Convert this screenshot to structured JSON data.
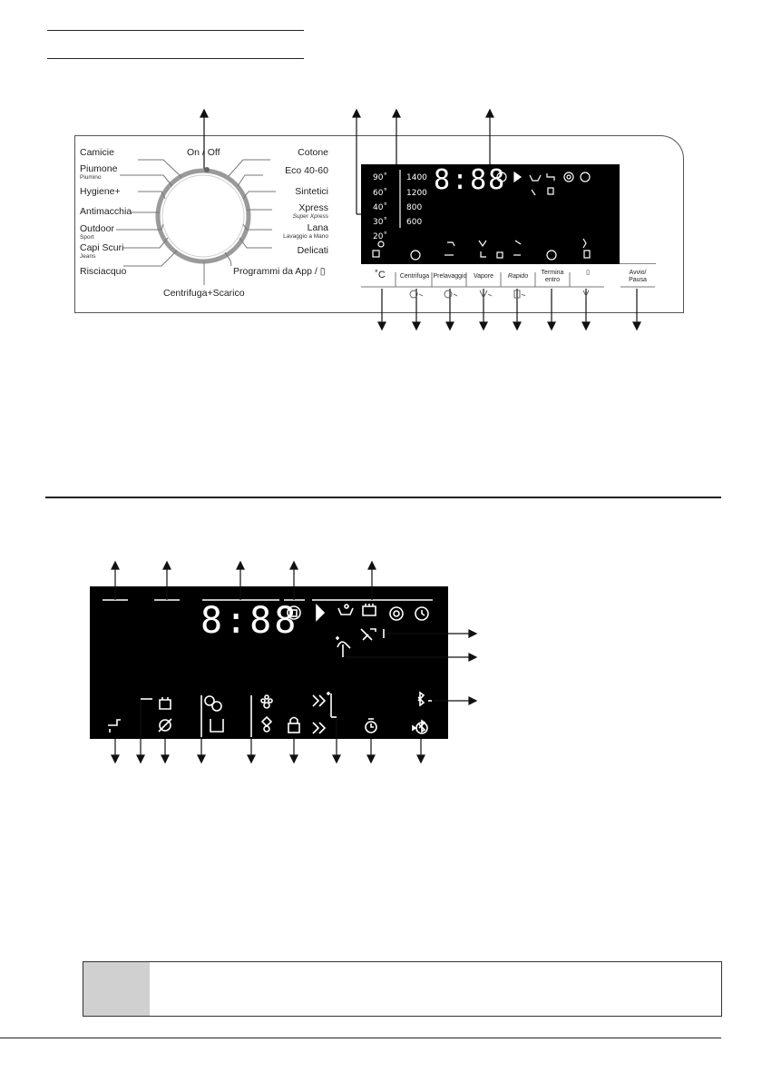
{
  "panel": {
    "on_off": "On / Off",
    "left_programs": [
      {
        "label": "Camicie",
        "sub": ""
      },
      {
        "label": "Piumone",
        "sub": "Piumino"
      },
      {
        "label": "Hygiene+",
        "sub": ""
      },
      {
        "label": "Antimacchia",
        "sub": ""
      },
      {
        "label": "Outdoor",
        "sub": "Sport"
      },
      {
        "label": "Capi Scuri",
        "sub": "Jeans"
      },
      {
        "label": "Risciacquo",
        "sub": ""
      }
    ],
    "right_programs": [
      {
        "label": "Cotone",
        "sub": ""
      },
      {
        "label": "Eco 40-60",
        "sub": ""
      },
      {
        "label": "Sintetici",
        "sub": ""
      },
      {
        "label": "Xpress",
        "sub": "Super Xpress"
      },
      {
        "label": "Lana",
        "sub": "Lavaggio a Mano"
      },
      {
        "label": "Delicati",
        "sub": ""
      },
      {
        "label": "Programmi da App",
        "sub": ""
      }
    ],
    "bottom_program": "Centrifuga+Scarico",
    "temps": [
      "90˚",
      "60˚",
      "40˚",
      "30˚",
      "20˚"
    ],
    "speeds": [
      "1400",
      "1200",
      "800",
      "600"
    ],
    "digits": "8:88",
    "buttons": [
      "˚C",
      "Centrifuga",
      "Prelavaggio",
      "Vapore",
      "Rapido",
      "Termina entro",
      "",
      "Avvio/ Pausa"
    ]
  },
  "display": {
    "digits": "8:88"
  },
  "icons": {
    "tap": "tap-icon",
    "shirt": "shirt-icon",
    "no_spin": "no-spin-icon",
    "prewash": "prewash-icon",
    "pet": "pet-hair-icon",
    "lock": "lock-icon",
    "rapid": "rapid-icon",
    "timer": "timer-icon",
    "bluetooth": "bluetooth-icon"
  },
  "colors": {
    "lcd": "#000000",
    "note": "#d0d0d0"
  }
}
